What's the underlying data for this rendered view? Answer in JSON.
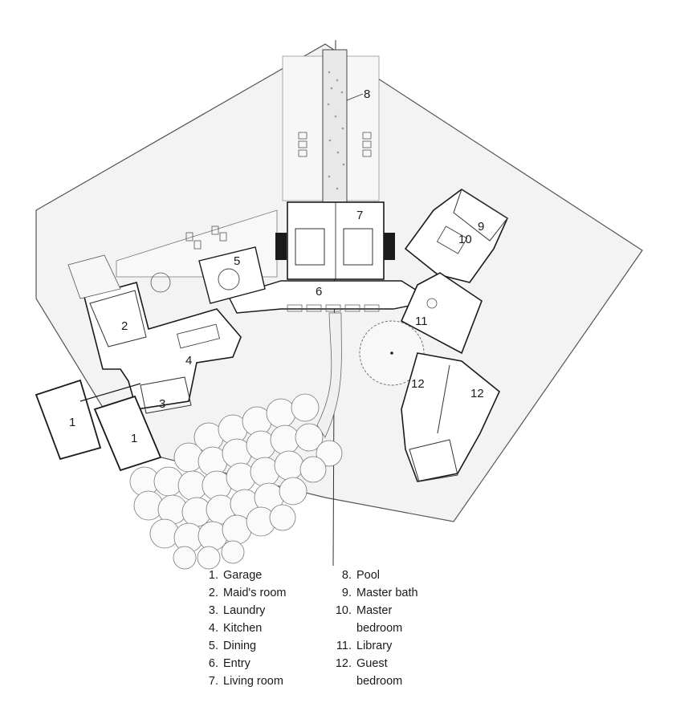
{
  "rooms": [
    {
      "id": "1",
      "name": "Garage"
    },
    {
      "id": "2",
      "name": "Maid's room"
    },
    {
      "id": "3",
      "name": "Laundry"
    },
    {
      "id": "4",
      "name": "Kitchen"
    },
    {
      "id": "5",
      "name": "Dining"
    },
    {
      "id": "6",
      "name": "Entry"
    },
    {
      "id": "7",
      "name": "Living room"
    },
    {
      "id": "8",
      "name": "Pool"
    },
    {
      "id": "9",
      "name": "Master bath"
    },
    {
      "id": "10",
      "name": "Master",
      "name2": "bedroom"
    },
    {
      "id": "11",
      "name": "Library"
    },
    {
      "id": "12",
      "name": "Guest",
      "name2": "bedroom"
    }
  ],
  "plan_labels": {
    "garage_a": "1",
    "garage_b": "1",
    "maid": "2",
    "laundry": "3",
    "kitchen": "4",
    "dining": "5",
    "entry": "6",
    "living": "7",
    "pool": "8",
    "bath": "9",
    "master": "10",
    "library": "11",
    "guest_a": "12",
    "guest_b": "12"
  },
  "colors": {
    "ink": "#1a1a1a",
    "site": "#f4f4f4",
    "paper": "#ffffff"
  }
}
